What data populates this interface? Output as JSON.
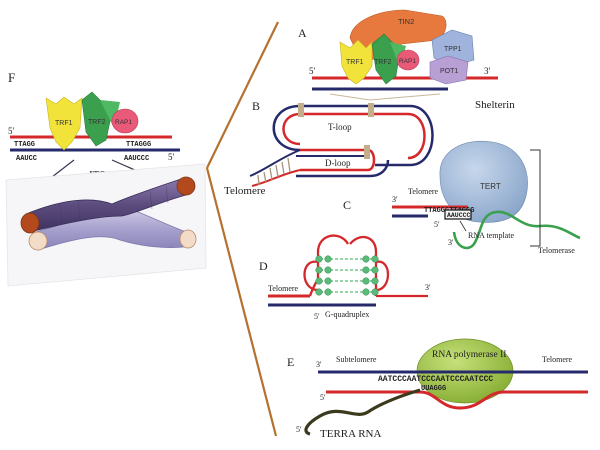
{
  "panels": {
    "A": {
      "letter": "A",
      "proteins": {
        "tin2": "TIN2",
        "tpp1": "TPP1",
        "trf1": "TRF1",
        "trf2": "TRF2",
        "rap1": "RAP1",
        "pot1": "POT1"
      },
      "end5": "5'",
      "end3": "3'",
      "caption": "Shelterin"
    },
    "B": {
      "letter": "B",
      "tloop": "T-loop",
      "dloop": "D-loop",
      "telomere": "Telomere"
    },
    "C": {
      "letter": "C",
      "telomere": "Telomere",
      "end3a": "3'",
      "end5": "5'",
      "end3b": "3'",
      "seq_top": "TTAGGGTTAGGG",
      "seq_template": "AAUCCC",
      "tert": "TERT",
      "template": "RNA template",
      "telomerase": "Telomerase"
    },
    "D": {
      "letter": "D",
      "telomere": "Telomere",
      "end3": "3'",
      "end5": "5'",
      "quad": "G-quadruplex"
    },
    "E": {
      "letter": "E",
      "end3": "3'",
      "subtelomere": "Subtelomere",
      "polymerase": "RNA polymerase II",
      "telomere": "Telomere",
      "seq_top": "AATCCCAATCCCAATCCCAATCCC",
      "seq_rna": "UUAGGG",
      "end5a": "5'",
      "end5b": "5'",
      "terra": "TERRA RNA"
    },
    "F": {
      "letter": "F",
      "proteins": {
        "trf1": "TRF1",
        "trf2": "TRF2",
        "rap1": "RAP1"
      },
      "end5a": "5'",
      "end5b": "5'",
      "seq_left_top": "TTAGG",
      "seq_left_bottom": "AAUCC",
      "seq_right_top": "TTAGGG",
      "seq_right_bottom": "AAUCCC",
      "its": "ITS"
    }
  },
  "colors": {
    "red_strand": "#d4282b",
    "navy_strand": "#262a6b",
    "bracket": "#b4712f",
    "trf1": "#f2e33a",
    "trf2": "#3aa04d",
    "rap1": "#e85a78",
    "tin2": "#e8793e",
    "tpp1": "#9fb3dc",
    "pot1": "#b89fd4",
    "tert": "#9fb8d8",
    "pol2": "#9cc245",
    "quad": "#5aba78",
    "terra": "#3c3a1c",
    "chrom_dark": "#6a5a8a",
    "chrom_light": "#b7b2d6",
    "chrom_cap": "#b34a1e"
  }
}
